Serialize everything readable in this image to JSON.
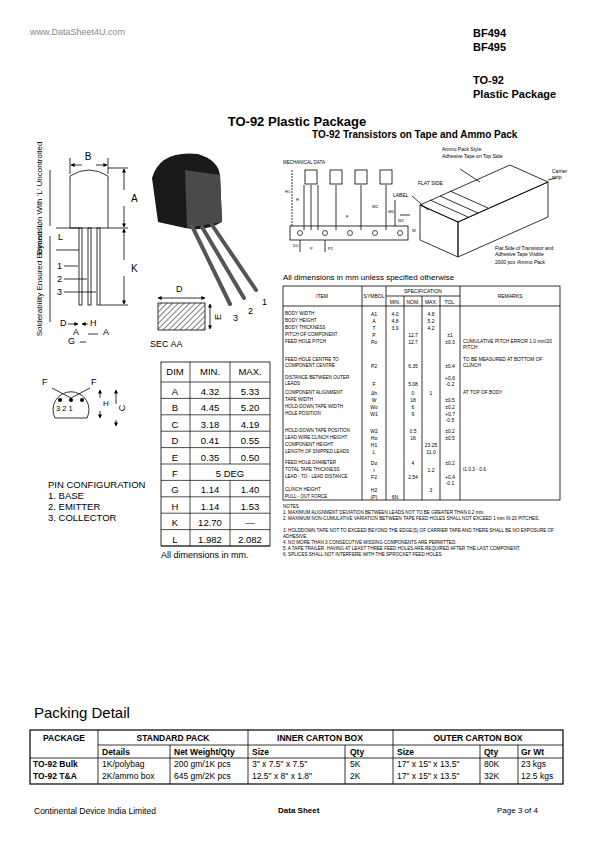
{
  "diagram": {
    "title": "TO-92 Plastic Package",
    "labels": [
      "www.DataSheet4U.com",
      "BF494",
      "BF495",
      "TO-92",
      "Plastic Package",
      "TO-92 Transistors on Tape and Ammo Pack",
      "B",
      "Dimension With 'L' Uncontrolled",
      "A",
      "L",
      "1",
      "2",
      "3",
      "K",
      "Solderability Ensured Beyond 'L'",
      "D",
      "H",
      "A",
      "A",
      "G",
      "D",
      "E",
      "3",
      "2",
      "1",
      "SEC AA",
      "F",
      "F",
      "3 2 1",
      "H",
      "C",
      "DIM",
      "MIN.",
      "MAX.",
      "A",
      "4.32",
      "5.33",
      "B",
      "4.45",
      "5.20",
      "C",
      "3.18",
      "4.19",
      "D",
      "0.41",
      "0.55",
      "E",
      "0.35",
      "0.50",
      "F",
      "5 DEG",
      "G",
      "1.14",
      "1.40",
      "H",
      "1.14",
      "1.53",
      "K",
      "12.70",
      "—",
      "L",
      "1.982",
      "2.082",
      "All dimensions in mm.",
      "PIN CONFIGURATION",
      "1. BASE",
      "2. EMITTER",
      "3. COLLECTOR",
      "MECHANICAL DATA",
      "H1",
      "H",
      "W2",
      "W",
      "W1",
      "W0",
      "P",
      "P2",
      "D0",
      "F",
      "Ammo Pack Style",
      "Adhesive Tape on Top Side",
      "Carrier strip",
      "FLAT SIDE",
      "LABEL",
      "Flat Side of Transistor and Adhesive Tape Visible",
      "2000 pcs /Ammo Pack",
      "All dimensions in mm unless specified otherwise",
      "ITEM",
      "SYMBOL",
      "SPECIFICATION",
      "MIN.",
      "NOM.",
      "MAX.",
      "TOL.",
      "REMARKS",
      "BODY WIDTH",
      "A1",
      "4.0",
      "4.8",
      "BODY HEIGHT",
      "A",
      "4.8",
      "5.2",
      "BODY THICKNESS",
      "T",
      "3.9",
      "4.2",
      "PITCH OF COMPONENT",
      "P",
      "12.7",
      "±1",
      "FEED HOLE PITCH",
      "Po",
      "12.7",
      "±0.3",
      "CUMULATIVE PITCH ERROR 1.0 mm/20 PITCH",
      "FEED HOLE CENTRE TO COMPONENT CENTRE",
      "P2",
      "6.35",
      "±0.4",
      "TO BE MEASURED AT BOTTOM OF CLINCH",
      "DISTANCE BETWEEN OUTER LEADS",
      "F",
      "5.08",
      "+0.6 -0.2",
      "COMPONENT ALIGNMENT",
      "Δh",
      "0",
      "1",
      "AT TOP OF BODY",
      "TAPE WIDTH",
      "W",
      "18",
      "±0.5",
      "HOLD-DOWN TAPE WIDTH",
      "Wo",
      "6",
      "±0.2",
      "HOLE POSITION",
      "W1",
      "9",
      "+0.7 -0.5",
      "HOLD-DOWN TAPE POSITION",
      "W2",
      "0.5",
      "±0.2",
      "LEAD WIRE CLINCH HEIGHT",
      "Ho",
      "16",
      "±0.5",
      "COMPONENT HEIGHT",
      "H1",
      "23.25",
      "LENGTH OF SNIPPED LEADS",
      "L",
      "11.0",
      "FEED HOLE DIAMETER",
      "Do",
      "4",
      "±0.2",
      "TOTAL TAPE THICKNESS",
      "t",
      "1.2",
      "t1 0.3 - 0.6",
      "LEAD - TO - LEAD DISTANCE",
      "F2",
      "2.54",
      "+0.4 -0.1",
      "CLINCH HEIGHT",
      "H2",
      "3",
      "PULL - OUT FORCE",
      "(P)",
      "6N",
      "NOTES",
      "1. MAXIMUM ALIGNMENT DEVIATION BETWEEN LEADS NOT TO BE GREATER THAN 0.2 mm.",
      "2. MAXIMUM NON-CUMULATIVE VARIATION BETWEEN TAPE FEED HOLES SHALL NOT EXCEED 1 mm IN 20 PITCHES.",
      "3. HOLDDOWN TAPE NOT TO EXCEED BEYOND THE EDGE(S) OF CARRIER TAPE AND THERE SHALL BE NO EXPOSURE OF ADHESIVE.",
      "4. NO MORE THAN 3 CONSECUTIVE MISSING COMPONENTS ARE PERMITTED.",
      "5. A TAPE TRAILER, HAVING AT LEAST THREE FEED HOLES ARE REQUIRED AFTER THE LAST COMPONENT.",
      "6. SPLICES SHALL NOT INTERFERE WITH THE SPROCKET FEED HOLES.",
      "Packing Detail",
      "PACKAGE",
      "STANDARD PACK",
      "INNER CARTON BOX",
      "OUTER CARTON BOX",
      "Details",
      "Net Weight/Qty",
      "Size",
      "Qty",
      "Size",
      "Qty",
      "Gr Wt",
      "TO-92 Bulk",
      "1K/polybag",
      "200 gm/1K pcs",
      "3\" x 7.5\" x 7.5\"",
      "5K",
      "17\" x 15\" x 13.5\"",
      "80K",
      "23 kgs",
      "TO-92 T&A",
      "2K/ammo box",
      "645 gm/2K pcs",
      "12.5\" x 8\" x 1.8\"",
      "2K",
      "17\" x 15\" x 13.5\"",
      "32K",
      "12.5 kgs",
      "Continental Device India Limited",
      "Data Sheet",
      "Page 3 of 4"
    ]
  }
}
